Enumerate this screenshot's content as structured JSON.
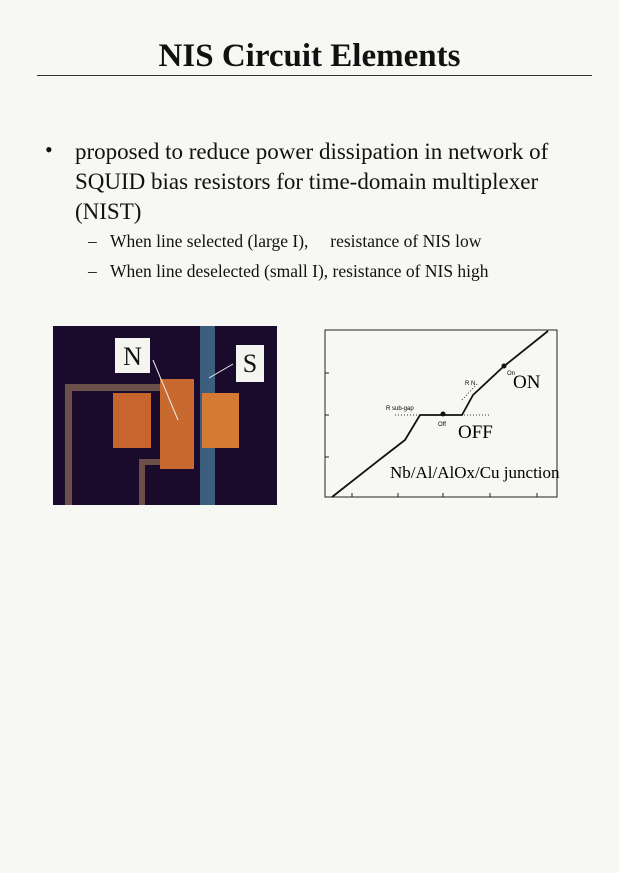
{
  "title": "NIS Circuit Elements",
  "bullet": "proposed to reduce power dissipation in network of SQUID bias resistors for time-domain multiplexer (NIST)",
  "subs": [
    "When line selected (large I),     resistance of NIS low",
    "When line deselected (small I), resistance of NIS high"
  ],
  "photo": {
    "label_n": "N",
    "label_s": "S"
  },
  "figure": {
    "r_subgap": "R sub-gap",
    "r_n": "R N",
    "off_small": "Off",
    "on_small": "On",
    "off": "OFF",
    "on": "ON",
    "caption": "Nb/Al/AlOx/Cu junction"
  }
}
